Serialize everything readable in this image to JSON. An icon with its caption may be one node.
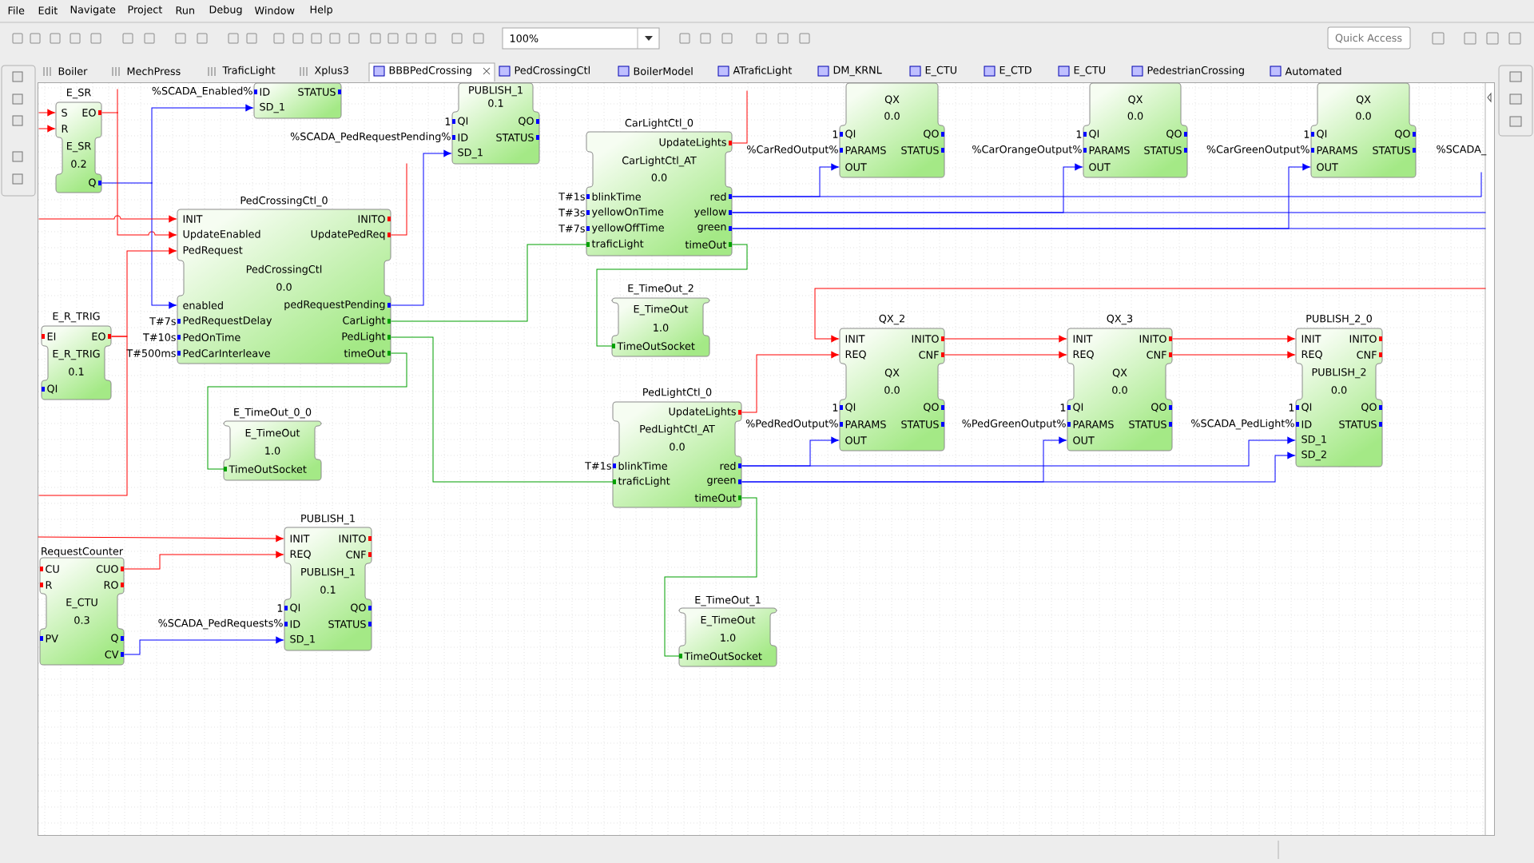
{
  "diagram": {
    "nodes": [
      {
        "text": [
          "E_SR",
          "S",
          "EO",
          "R",
          "E_SR",
          "0.2",
          "Q"
        ]
      },
      {
        "text": [
          "ID",
          "STATUS",
          "SD_1"
        ],
        "beside": [
          "%SCADA_Enabled%"
        ]
      },
      {
        "text": [
          "PUBLISH_1",
          "0.1",
          "QI",
          "QO",
          "ID",
          "STATUS",
          "SD_1"
        ],
        "beside": [
          "1",
          "%SCADA_PedRequestPending%"
        ]
      },
      {
        "text": [
          "CarLightCtl_0",
          "UpdateLights",
          "CarLightCtl_AT",
          "0.0",
          "blinkTime",
          "red",
          "yellowOnTime",
          "yellow",
          "yellowOffTime",
          "green",
          "traficLight",
          "timeOut"
        ],
        "beside": [
          "T#1s",
          "T#3s",
          "T#7s"
        ]
      },
      {
        "text": [
          "QX",
          "0.0",
          "QI",
          "QO",
          "PARAMS",
          "STATUS",
          "OUT"
        ],
        "beside": [
          "1",
          "%CarRedOutput%"
        ]
      },
      {
        "text": [
          "QX",
          "0.0",
          "QI",
          "QO",
          "PARAMS",
          "STATUS",
          "OUT"
        ],
        "beside": [
          "1",
          "%CarOrangeOutput%"
        ]
      },
      {
        "text": [
          "QX",
          "0.0",
          "QI",
          "QO",
          "PARAMS",
          "STATUS",
          "OUT"
        ],
        "beside": [
          "1",
          "%CarGreenOutput%"
        ]
      },
      {
        "text": [
          "PedCrossingCtl_0",
          "INIT",
          "INITO",
          "UpdateEnabled",
          "UpdatePedReq",
          "PedRequest",
          "PedCrossingCtl",
          "0.0",
          "enabled",
          "pedRequestPending",
          "PedRequestDelay",
          "CarLight",
          "PedOnTime",
          "PedLight",
          "PedCarInterleave",
          "timeOut"
        ],
        "beside": [
          "T#7s",
          "T#10s",
          "T#500ms"
        ]
      },
      {
        "text": [
          "E_R_TRIG",
          "EI",
          "EO",
          "E_R_TRIG",
          "0.1",
          "QI"
        ]
      },
      {
        "text": [
          "E_TimeOut_2",
          "E_TimeOut",
          "1.0",
          "TimeOutSocket"
        ]
      },
      {
        "text": [
          "QX_2",
          "INIT",
          "INITO",
          "REQ",
          "CNF",
          "QX",
          "0.0",
          "QI",
          "QO",
          "PARAMS",
          "STATUS",
          "OUT"
        ],
        "beside": [
          "1",
          "%PedRedOutput%"
        ]
      },
      {
        "text": [
          "QX_3",
          "INIT",
          "INITO",
          "REQ",
          "CNF",
          "QX",
          "0.0",
          "QI",
          "QO",
          "PARAMS",
          "STATUS",
          "OUT"
        ],
        "beside": [
          "1",
          "%PedGreenOutput%"
        ]
      },
      {
        "text": [
          "PUBLISH_2_0",
          "INIT",
          "INITO",
          "REQ",
          "CNF",
          "PUBLISH_2",
          "0.0",
          "QI",
          "QO",
          "ID",
          "STATUS",
          "SD_1",
          "SD_2"
        ],
        "beside": [
          "1",
          "%SCADA_PedLight%"
        ]
      },
      {
        "text": [
          "PedLightCtl_0",
          "UpdateLights",
          "PedLightCtl_AT",
          "0.0",
          "blinkTime",
          "red",
          "traficLight",
          "green",
          "timeOut"
        ],
        "beside": [
          "T#1s"
        ]
      },
      {
        "text": [
          "E_TimeOut_0_0",
          "E_TimeOut",
          "1.0",
          "TimeOutSocket"
        ]
      },
      {
        "text": [
          "PUBLISH_1",
          "INIT",
          "INITO",
          "REQ",
          "CNF",
          "PUBLISH_1",
          "0.1",
          "QI",
          "QO",
          "ID",
          "STATUS",
          "SD_1"
        ],
        "beside": [
          "1",
          "%SCADA_PedRequests%"
        ]
      },
      {
        "text": [
          "RequestCounter",
          "CU",
          "CUO",
          "R",
          "RO",
          "E_CTU",
          "0.3",
          "PV",
          "Q",
          "CV"
        ]
      },
      {
        "text": [
          "E_TimeOut_1",
          "E_TimeOut",
          "1.0",
          "TimeOutSocket"
        ]
      }
    ],
    "edges": [
      {
        "from": 0,
        "to": 7,
        "arrow": "to"
      },
      {
        "from": 0,
        "to": null,
        "arrow": "none"
      },
      {
        "from": null,
        "to": 0,
        "arrow": "to"
      },
      {
        "from": null,
        "to": 0,
        "arrow": "to"
      },
      {
        "from": 0,
        "to": 1,
        "arrow": "to",
        "color": "#0000ff"
      },
      {
        "from": 0,
        "to": 7,
        "arrow": "to",
        "color": "#0000ff"
      },
      {
        "from": null,
        "to": 7,
        "arrow": "to"
      },
      {
        "from": 8,
        "to": 7,
        "arrow": "to"
      },
      {
        "from": 8,
        "to": null,
        "arrow": "none"
      },
      {
        "from": 7,
        "to": null,
        "arrow": "none"
      },
      {
        "from": 7,
        "to": 2,
        "arrow": "to",
        "color": "#0000ff"
      },
      {
        "from": 7,
        "to": 3,
        "arrow": "none",
        "color": "#00a000"
      },
      {
        "from": 7,
        "to": 13,
        "arrow": "none",
        "color": "#00a000"
      },
      {
        "from": 7,
        "to": 14,
        "arrow": "none",
        "color": "#00a000"
      },
      {
        "from": 3,
        "to": null,
        "arrow": "none"
      },
      {
        "from": 3,
        "to": 9,
        "arrow": "none",
        "color": "#00a000"
      },
      {
        "from": 3,
        "to": 4,
        "arrow": "to",
        "color": "#0000ff"
      },
      {
        "from": 3,
        "to": null,
        "arrow": "none",
        "color": "#0000ff"
      },
      {
        "from": 3,
        "to": 5,
        "arrow": "to",
        "color": "#0000ff"
      },
      {
        "from": 3,
        "to": null,
        "arrow": "none",
        "color": "#0000ff"
      },
      {
        "from": 3,
        "to": 6,
        "arrow": "to",
        "color": "#0000ff"
      },
      {
        "from": 3,
        "to": null,
        "arrow": "none",
        "color": "#0000ff"
      },
      {
        "from": null,
        "to": 10,
        "arrow": "to"
      },
      {
        "from": 13,
        "to": 10,
        "arrow": "to"
      },
      {
        "from": 10,
        "to": 11,
        "arrow": "to"
      },
      {
        "from": 10,
        "to": 11,
        "arrow": "to"
      },
      {
        "from": 11,
        "to": 12,
        "arrow": "to"
      },
      {
        "from": 11,
        "to": 12,
        "arrow": "to"
      },
      {
        "from": 13,
        "to": 10,
        "arrow": "to",
        "color": "#0000ff"
      },
      {
        "from": 13,
        "to": 12,
        "arrow": "to",
        "color": "#0000ff"
      },
      {
        "from": 13,
        "to": 11,
        "arrow": "to",
        "color": "#0000ff"
      },
      {
        "from": 13,
        "to": 12,
        "arrow": "to",
        "color": "#0000ff"
      },
      {
        "from": 13,
        "to": 17,
        "arrow": "none",
        "color": "#00a000"
      },
      {
        "from": null,
        "to": 15,
        "arrow": "to"
      },
      {
        "from": 16,
        "to": 15,
        "arrow": "to"
      },
      {
        "from": 16,
        "to": 15,
        "arrow": "to",
        "color": "#0000ff"
      }
    ],
    "labels": [
      "File",
      "Edit",
      "Navigate",
      "Project",
      "Run",
      "Debug",
      "Window",
      "Help",
      "100%",
      "Quick Access",
      "Boiler",
      "MechPress",
      "TraficLight",
      "Xplus3",
      "BBBPedCrossing",
      "PedCrossingCtl",
      "BoilerModel",
      "ATraficLight",
      "DM_KRNL",
      "E_CTU",
      "E_CTD",
      "E_CTU",
      "PedestrianCrossing",
      "Automated",
      "%SCADA_"
    ]
  }
}
